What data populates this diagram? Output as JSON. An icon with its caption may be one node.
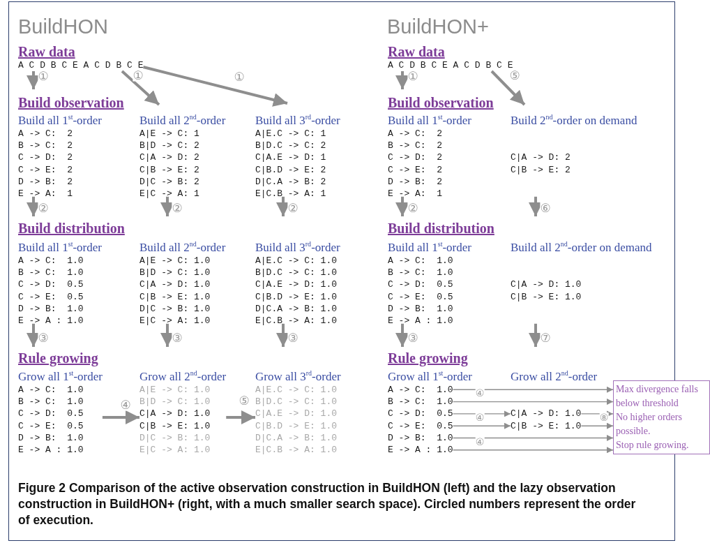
{
  "diagram": {
    "caption": "Figure 2 Comparison of the active observation construction in BuildHON (left) and the lazy observation construction in BuildHON+ (right, with a much smaller search space). Circled numbers represent the order of execution.",
    "nodes": [
      {
        "text": [
          "A C D B C E A C D B C E"
        ]
      },
      {
        "text": [
          "Build all 1$^{st}$-order",
          "A -> C:  2",
          "B -> C:  2",
          "C -> D:  2",
          "C -> E:  2",
          "D -> B:  2",
          "E -> A:  1"
        ]
      },
      {
        "text": [
          "Build all 2$^{nd}$-order",
          "A|E -> C: 1",
          "B|D -> C: 2",
          "C|A -> D: 2",
          "C|B -> E: 2",
          "D|C -> B: 2",
          "E|C -> A: 1"
        ]
      },
      {
        "text": [
          "Build all 3$^{rd}$-order",
          "A|E.C -> C: 1",
          "B|D.C -> C: 2",
          "C|A.E -> D: 1",
          "C|B.D -> E: 2",
          "D|C.A -> B: 2",
          "E|C.B -> A: 1"
        ]
      },
      {
        "text": [
          "Build all 1$^{st}$-order",
          "A -> C:  1.0",
          "B -> C:  1.0",
          "C -> D:  0.5",
          "C -> E:  0.5",
          "D -> B:  1.0",
          "E -> A : 1.0"
        ]
      },
      {
        "text": [
          "Build all 2$^{nd}$-order",
          "A|E -> C: 1.0",
          "B|D -> C: 1.0",
          "C|A -> D: 1.0",
          "C|B -> E: 1.0",
          "D|C -> B: 1.0",
          "E|C -> A: 1.0"
        ]
      },
      {
        "text": [
          "Build all 3$^{rd}$-order",
          "A|E.C -> C: 1.0",
          "B|D.C -> C: 1.0",
          "C|A.E -> D: 1.0",
          "C|B.D -> E: 1.0",
          "D|C.A -> B: 1.0",
          "E|C.B -> A: 1.0"
        ]
      },
      {
        "text": [
          "Grow all 1$^{st}$-order",
          "A -> C:  1.0",
          "B -> C:  1.0",
          "C -> D:  0.5",
          "C -> E:  0.5",
          "D -> B:  1.0",
          "E -> A : 1.0"
        ]
      },
      {
        "text": [
          "Grow all 2$^{nd}$-order",
          "A|E -> C: 1.0",
          "B|D -> C: 1.0",
          "C|A -> D: 1.0",
          "C|B -> E: 1.0",
          "D|C -> B: 1.0",
          "E|C -> A: 1.0"
        ]
      },
      {
        "text": [
          "Grow all 3$^{rd}$-order",
          "A|E.C -> C: 1.0",
          "B|D.C -> C: 1.0",
          "C|A.E -> D: 1.0",
          "C|B.D -> E: 1.0",
          "D|C.A -> B: 1.0",
          "E|C.B -> A: 1.0"
        ]
      },
      {
        "text": [
          "A C D B C E A C D B C E"
        ]
      },
      {
        "text": [
          "Build all 1$^{st}$-order",
          "A -> C:  2",
          "B -> C:  2",
          "C -> D:  2",
          "C -> E:  2",
          "D -> B:  2",
          "E -> A:  1"
        ]
      },
      {
        "text": [
          "Build 2$^{nd}$-order on demand",
          "C|A -> D: 2",
          "C|B -> E: 2"
        ]
      },
      {
        "text": [
          "Build all 1$^{st}$-order",
          "A -> C:  1.0",
          "B -> C:  1.0",
          "C -> D:  0.5",
          "C -> E:  0.5",
          "D -> B:  1.0",
          "E -> A : 1.0"
        ]
      },
      {
        "text": [
          "Build all 2$^{nd}$-order on demand",
          "C|A -> D: 1.0",
          "C|B -> E: 1.0"
        ]
      },
      {
        "text": [
          "Grow all 1$^{st}$-order"
        ]
      },
      {
        "text": [
          "A -> C:  1.0"
        ],
        "in": 15
      },
      {
        "text": [
          "B -> C:  1.0"
        ],
        "in": 15
      },
      {
        "text": [
          "C -> D:  0.5"
        ],
        "in": 15
      },
      {
        "text": [
          "C -> E:  0.5"
        ],
        "in": 15
      },
      {
        "text": [
          "D -> B:  1.0"
        ],
        "in": 15
      },
      {
        "text": [
          "E -> A : 1.0"
        ],
        "in": 15
      },
      {
        "text": [
          "Grow all 2$^{nd}$-order"
        ]
      },
      {
        "text": [
          "C|A -> D: 1.0"
        ],
        "in": 22
      },
      {
        "text": [
          "C|B -> E: 1.0"
        ],
        "in": 22
      },
      {
        "text": [
          "Max divergence falls below threshold",
          "No higher orders possible.",
          "Stop rule growing."
        ]
      }
    ],
    "edges": [
      {
        "from": 0,
        "to": 1,
        "arrow": "to",
        "label": "①"
      },
      {
        "from": 0,
        "to": 2,
        "arrow": "to",
        "label": "①"
      },
      {
        "from": 0,
        "to": 3,
        "arrow": "to",
        "label": "①"
      },
      {
        "from": 1,
        "to": 4,
        "arrow": "to",
        "label": "②"
      },
      {
        "from": 2,
        "to": 5,
        "arrow": "to",
        "label": "②"
      },
      {
        "from": 3,
        "to": 6,
        "arrow": "to",
        "label": "②"
      },
      {
        "from": 4,
        "to": 7,
        "arrow": "to",
        "label": "③"
      },
      {
        "from": 5,
        "to": 8,
        "arrow": "to",
        "label": "③"
      },
      {
        "from": 6,
        "to": 9,
        "arrow": "to",
        "label": "③"
      },
      {
        "from": 7,
        "to": 8,
        "arrow": "to",
        "label": "④"
      },
      {
        "from": 8,
        "to": 9,
        "arrow": "to",
        "label": "⑤"
      },
      {
        "from": 10,
        "to": 11,
        "arrow": "to",
        "label": "①"
      },
      {
        "from": 10,
        "to": 12,
        "arrow": "to",
        "label": "⑤"
      },
      {
        "from": 11,
        "to": 13,
        "arrow": "to",
        "label": "②"
      },
      {
        "from": 12,
        "to": 14,
        "arrow": "to",
        "label": "⑥"
      },
      {
        "from": 13,
        "to": 15,
        "arrow": "to",
        "label": "③"
      },
      {
        "from": 14,
        "to": 22,
        "arrow": "to",
        "label": "⑦"
      },
      {
        "from": 16,
        "to": 25,
        "arrow": "to",
        "label": "④"
      },
      {
        "from": 17,
        "to": 25,
        "arrow": "to"
      },
      {
        "from": 18,
        "to": 23,
        "arrow": "to",
        "label": "④"
      },
      {
        "from": 19,
        "to": 24,
        "arrow": "to"
      },
      {
        "from": 20,
        "to": 25,
        "arrow": "to",
        "label": "④"
      },
      {
        "from": 21,
        "to": 25,
        "arrow": "to"
      },
      {
        "from": 23,
        "to": 25,
        "arrow": "to",
        "label": "⑧"
      },
      {
        "from": 24,
        "to": 25,
        "arrow": "to"
      }
    ],
    "labels": [
      "BuildHON",
      "BuildHON+",
      "Raw data",
      "Raw data",
      "Build observation",
      "Build observation",
      "Build distribution",
      "Build distribution",
      "Rule growing",
      "Rule growing"
    ]
  }
}
